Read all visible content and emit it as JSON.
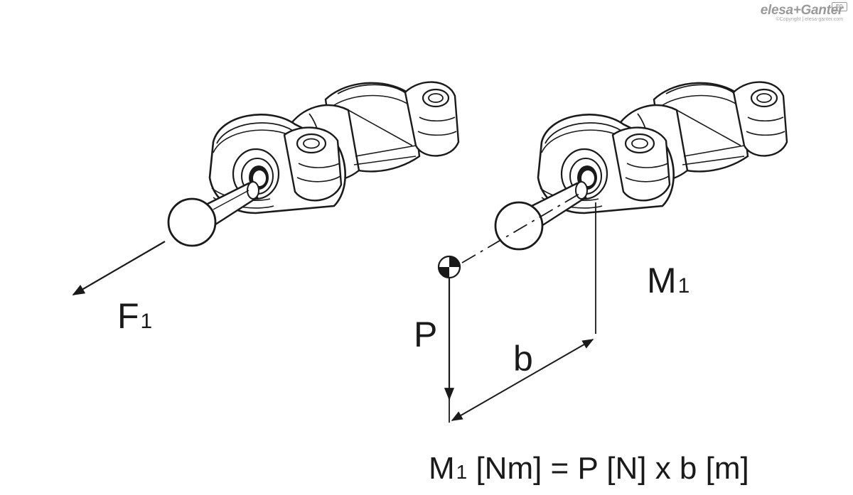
{
  "brand": {
    "name": "elesa+Ganter",
    "badge": "EG",
    "copyright": "©Copyright | elesa-ganter.com"
  },
  "diagram": {
    "force_label": "F",
    "force_subscript": "1",
    "moment_label": "M",
    "moment_subscript": "1",
    "weight_label": "P",
    "distance_label": "b",
    "formula": {
      "m": "M",
      "m_sub": "1",
      "rest": " [Nm] = P [N] x b [m]"
    }
  },
  "colors": {
    "stroke": "#1a1a1a",
    "background": "#ffffff",
    "brand": "#9a9a9a"
  }
}
